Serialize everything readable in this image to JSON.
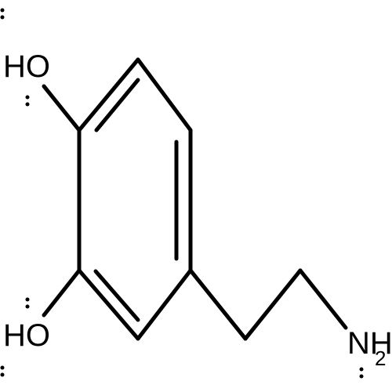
{
  "molecule": {
    "atom_labels": {
      "oh_top": "HO",
      "oh_bottom": "HO",
      "amine_main": "NH",
      "amine_subscript": "2"
    }
  }
}
